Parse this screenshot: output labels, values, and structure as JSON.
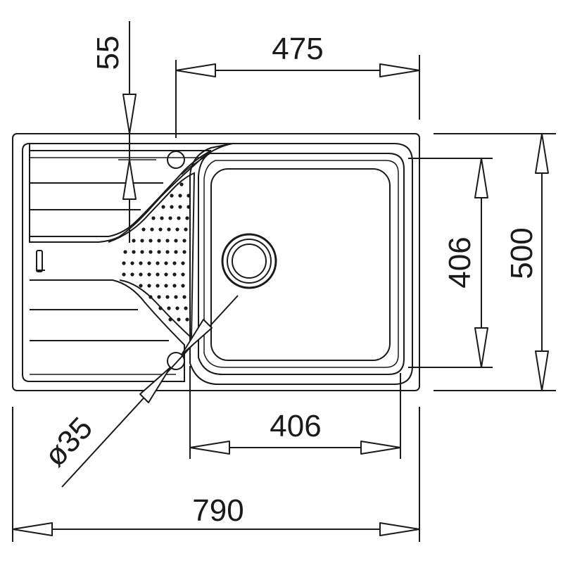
{
  "dimensions": {
    "overall_width": "790",
    "overall_depth": "500",
    "bowl_width": "406",
    "bowl_depth": "406",
    "tap_hole_offset_x": "475",
    "tap_hole_offset_y": "55",
    "hole_diameter": "ø35"
  },
  "colors": {
    "line": "#1a1a1a",
    "background": "#ffffff"
  }
}
